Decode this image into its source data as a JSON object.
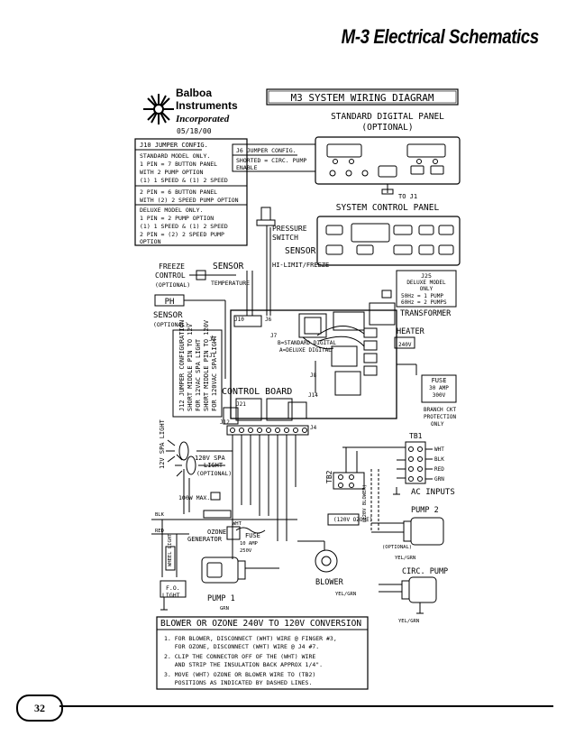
{
  "page_title": "M-3 Electrical Schematics",
  "page_number": "32",
  "logo": {
    "line1": "Balboa",
    "line2": "Instruments",
    "line3": "Incorporated"
  },
  "date": "05/18/00",
  "diagram_title": "M3 SYSTEM WIRING DIAGRAM",
  "std_panel": {
    "line1": "STANDARD DIGITAL PANEL",
    "line2": "(OPTIONAL)"
  },
  "to_j1": "TO J1",
  "sys_panel": "SYSTEM CONTROL PANEL",
  "j10": {
    "title": "J10 JUMPER CONFIG.",
    "lines": [
      "STANDARD MODEL ONLY.",
      "1 PIN = 7 BUTTON PANEL",
      "WITH 2 PUMP OPTION",
      "(1) 1 SPEED & (1) 2 SPEED",
      "2 PIN = 6 BUTTON PANEL",
      "WITH (2) 2 SPEED PUMP OPTION",
      "DELUXE MODEL ONLY.",
      "1 PIN = 2 PUMP OPTION",
      "(1) 1 SPEED & (1) 2 SPEED",
      "2 PIN = (2) 2 SPEED PUMP",
      "OPTION"
    ]
  },
  "j6": {
    "title": "J6 JUMPER CONFIG.",
    "lines": [
      "SHORTED = CIRC. PUMP",
      "ENABLE"
    ]
  },
  "pressure_switch": {
    "line1": "PRESSURE",
    "line2": "SWITCH"
  },
  "sensor_hi": "SENSOR",
  "hi_limit": "HI-LIMIT/FREEZE",
  "freeze": {
    "line1": "FREEZE",
    "line2": "CONTROL",
    "line3": "(OPTIONAL)"
  },
  "sensor_temp": {
    "line1": "SENSOR",
    "line2": "TEMPERATURE"
  },
  "ph": {
    "label": "PH",
    "line1": "SENSOR",
    "line2": "(OPTIONAL)"
  },
  "j25": {
    "title": "J25",
    "lines": [
      "DELUXE MODEL",
      "ONLY",
      "50Hz = 1 PUMP",
      "60Hz = 2 PUMPS"
    ]
  },
  "transformer": "TRANSFORMER",
  "heater": {
    "label": "HEATER",
    "volt": "240V"
  },
  "fuse_main": {
    "title": "FUSE",
    "lines": [
      "30 AMP",
      "300V"
    ]
  },
  "branch": {
    "lines": [
      "BRANCH CKT",
      "PROTECTION",
      "ONLY"
    ]
  },
  "j12": {
    "lines": [
      "J12 JUMPER CONFIGURATION",
      "SHORT MIDDLE PIN TO 12V",
      "FOR 12VAC SPA LIGHT",
      "SHORT MIDDLE PIN TO 120V",
      "FOR 120VAC SPA LIGHT"
    ]
  },
  "control_board": "CONTROL BOARD",
  "standard_digital": {
    "line1": "B=STANDARD DIGITAL",
    "line2": "A=DELUXE DIGITAL"
  },
  "jack_labels": [
    "J10",
    "J6",
    "J7",
    "J8",
    "J4",
    "J14",
    "J21",
    "J12",
    "J3",
    "J1"
  ],
  "tb1": "TB1",
  "tb1_wires": [
    "WHT",
    "BLK",
    "RED",
    "GRN"
  ],
  "tb2": "TB2",
  "ac_inputs": "AC INPUTS",
  "spa_light_12": "12V SPA LIGHT",
  "spa_light_120": {
    "line1": "120V SPA",
    "line2": "LIGHT",
    "line3": "(OPTIONAL)"
  },
  "max_100w": "100W MAX.",
  "ozone": {
    "line1": "OZONE",
    "line2": "GENERATOR"
  },
  "fuse_small": {
    "title": "FUSE",
    "lines": [
      "10 AMP",
      "250V"
    ]
  },
  "pump1": "PUMP 1",
  "pump2": "PUMP 2",
  "circ_pump": "CIRC. PUMP",
  "blower": "BLOWER",
  "fo_light": {
    "line1": "F.O.",
    "line2": "LIGHT"
  },
  "wire_labels": {
    "blk": "BLK",
    "wht": "WHT",
    "red": "RED",
    "grn": "GRN",
    "yelgrn": "YEL/GRN",
    "optional": "(OPTIONAL)",
    "ozone_wire": "(120V OZONE)",
    "blower_wire": "(120V BLOWER)"
  },
  "conversion": {
    "title": "BLOWER OR OZONE 240V TO 120V CONVERSION",
    "steps": [
      "1. FOR BLOWER, DISCONNECT (WHT) WIRE @ FINGER #3,",
      "   FOR OZONE, DISCONNECT (WHT) WIRE @ J4 #7.",
      "2. CLIP THE CONNECTOR OFF OF THE (WHT) WIRE",
      "   AND STRIP THE INSULATION BACK APPROX 1/4\".",
      "3. MOVE (WHT) OZONE OR BLOWER WIRE TO (TB2)",
      "   POSITIONS AS INDICATED BY DASHED LINES."
    ]
  }
}
